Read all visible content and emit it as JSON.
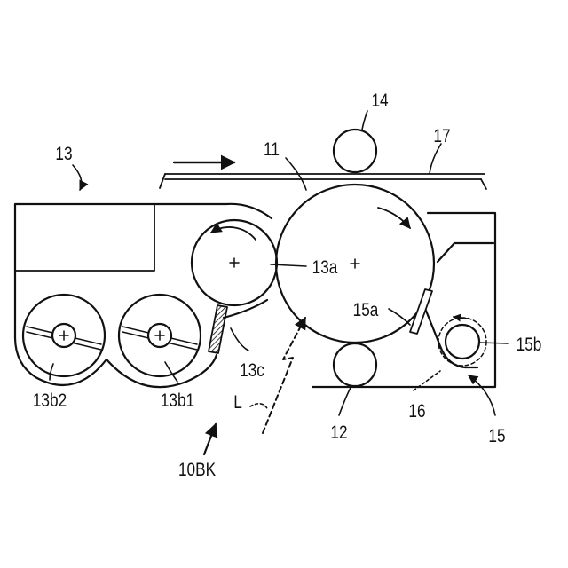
{
  "labels": {
    "photoconductor": "11",
    "transfer_roller": "12",
    "developing_unit": "13",
    "developing_roller": "13a",
    "screw_right": "13b1",
    "screw_left": "13b2",
    "regulating_blade": "13c",
    "pressure_roller": "14",
    "cleaning_unit": "15",
    "cleaning_blade": "15a",
    "collection_screw": "15b",
    "charging_roller": "16",
    "transfer_belt": "17",
    "exposure_light": "L",
    "image_station": "10BK"
  }
}
